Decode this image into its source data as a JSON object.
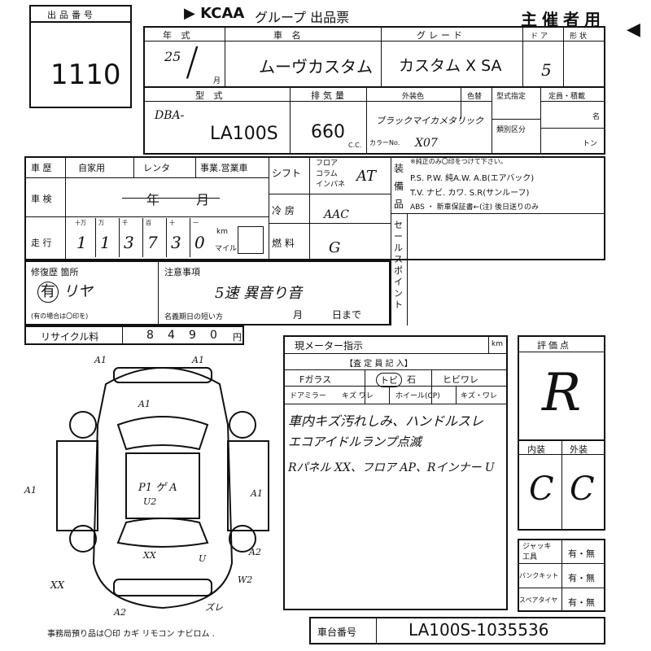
{
  "header": {
    "logo": "KCAA",
    "title": "グループ 出品票",
    "organizer": "主催者用"
  },
  "lot": {
    "label": "出品番号",
    "value": "1110"
  },
  "top": {
    "year_label": "年 式",
    "year": "25",
    "month_unit": "月",
    "car_label": "車 名",
    "car": "ムーヴカスタム",
    "grade_label": "グレード",
    "grade": "カスタム X SA",
    "door_label": "ドア",
    "doors": "5",
    "shape_label": "形状"
  },
  "type": {
    "label": "型 式",
    "prefix": "DBA-",
    "model": "LA100S",
    "disp_label": "排気量",
    "disp": "660",
    "cc": "C.C.",
    "ext_label": "外装色",
    "color": "ブラックマイカメタリック",
    "color_no_label": "カラーNo.",
    "color_no": "X07",
    "paint_label": "色替",
    "spec_label": "型式指定",
    "cat_label": "類別区分",
    "cap_label": "定員・積載",
    "cap_unit1": "名",
    "cap_unit2": "トン"
  },
  "hist": {
    "label": "車 歴",
    "own": "自家用",
    "rent": "レンタ",
    "biz": "事業.営業車",
    "shift_label": "シフト",
    "shift_opts": [
      "フロア",
      "コラム",
      "インパネ"
    ],
    "shift": "AT",
    "equip_label": "装備品",
    "equip_note": "※純正のみ〇印をつけて下さい。",
    "equip1": "P.S. P.W. 純A.W. A.B(エアバック)",
    "equip2": "T.V. ナビ. カワ. S.R(サンルーフ)",
    "equip3": "ABS ・ 新車保証書←(注) 後日送りのみ"
  },
  "inspection": {
    "label": "車 検",
    "text": "年 月",
    "ac_label": "冷 房",
    "ac": "AAC"
  },
  "mileage": {
    "label": "走 行",
    "units": [
      "十万",
      "万",
      "千",
      "百",
      "十",
      "一"
    ],
    "digits": [
      "1",
      "1",
      "3",
      "7",
      "3",
      "0"
    ],
    "km": "km",
    "mile": "マイル",
    "fuel_label": "燃 料",
    "fuel": "G"
  },
  "repair": {
    "label": "修復歴 箇所",
    "value": "有",
    "suffix": "リヤ",
    "note": "(有の場合は〇印を)",
    "notes_label": "注意事項",
    "notes": "5速 異音り音",
    "inspect_short": "名義期日の短い方",
    "month": "月",
    "day": "日まで",
    "sales_label": "セールスポイント"
  },
  "recycle": {
    "label": "リサイクル料",
    "digits": [
      "8",
      "4",
      "9",
      "0"
    ],
    "yen": "円"
  },
  "inspector": {
    "meter": "現メーター指示",
    "km": "km",
    "title": "【査 定 員 記 入】",
    "glass": "Fガラス",
    "tobi": "トビ",
    "ishi": "石",
    "hibi": "ヒビワレ",
    "mirror": "ドアミラー",
    "mirror_opts": "キズ ワレ",
    "wheel": "ホイール(CP)",
    "wheel_opts": "キズ・ワレ",
    "line1": "車内キズ汚れしみ、ハンドルスレ",
    "line2": "エコアイドルランプ点滅",
    "line3": "Rパネル XX、フロア AP、Rインナー U"
  },
  "score": {
    "label": "評価点",
    "value": "R",
    "int_label": "内装",
    "int": "C",
    "ext_label": "外装",
    "ext": "C"
  },
  "tools": {
    "jack": "ジャッキ工具",
    "jack_val": "有・無",
    "puncture": "パンクキット",
    "puncture_val": "有・無",
    "spare": "スペアタイヤ",
    "spare_val": "有・無"
  },
  "diagram": {
    "marks": [
      "A1",
      "A1",
      "A1",
      "A1",
      "P1 ゲ A",
      "U2",
      "A1",
      "A2",
      "XX",
      "XX",
      "W2",
      "A2",
      "ズレ",
      "U"
    ]
  },
  "footer": {
    "keys": "事務局預り品は〇印 カギ リモコン ナビロム .",
    "chassis_label": "車台番号",
    "chassis": "LA100S-1035536"
  }
}
